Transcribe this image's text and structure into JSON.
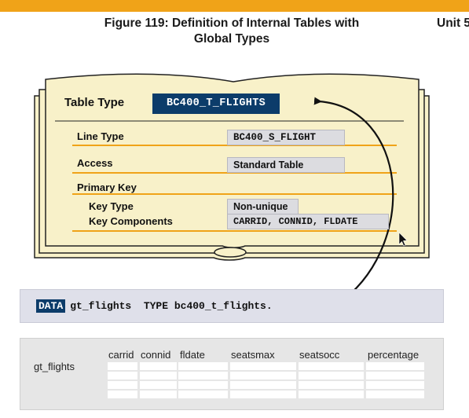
{
  "colors": {
    "top_bar": "#f0a318",
    "dark_blue": "#0c3c6a",
    "book_fill": "#f8f1c9",
    "panel": "#dfe0ea",
    "box": "#dcdce0"
  },
  "header": {
    "figure_title_line1": "Figure 119: Definition of Internal Tables with",
    "figure_title_line2": "Global Types",
    "unit_label": "Unit 5"
  },
  "book": {
    "table_type_label": "Table Type",
    "table_type_value": "BC400_T_FLIGHTS",
    "line_type_label": "Line Type",
    "line_type_value": "BC400_S_FLIGHT",
    "access_label": "Access",
    "access_value": "Standard Table",
    "primary_key_label": "Primary Key",
    "key_type_label": "Key Type",
    "key_type_value": "Non-unique",
    "key_components_label": "Key Components",
    "key_components_value": "CARRID, CONNID, FLDATE"
  },
  "code": {
    "keyword": "DATA",
    "rest": "gt_flights  TYPE bc400_t_flights."
  },
  "table_preview": {
    "row_name": "gt_flights",
    "columns": [
      "carrid",
      "connid",
      "fldate",
      "seatsmax",
      "seatsocc",
      "percentage"
    ]
  }
}
